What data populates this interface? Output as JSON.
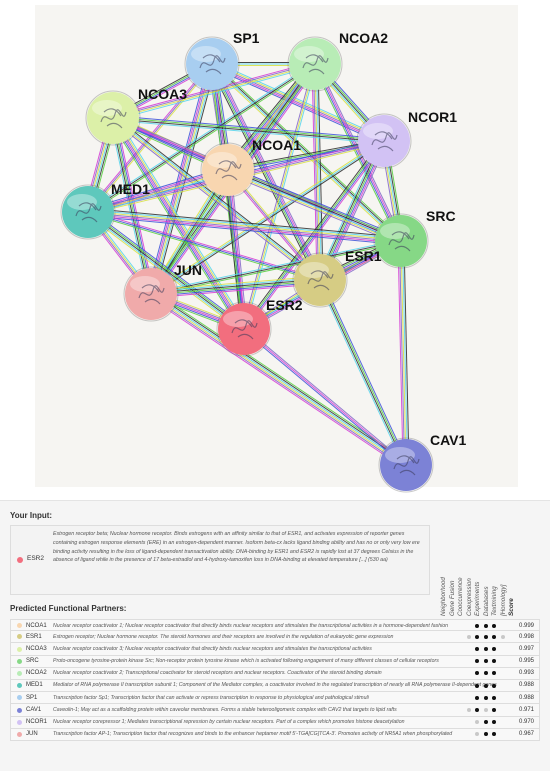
{
  "network": {
    "nodes": [
      {
        "id": "SP1",
        "label": "SP1",
        "color": "#a8cef0"
      },
      {
        "id": "NCOA2",
        "label": "NCOA2",
        "color": "#b8ecb6"
      },
      {
        "id": "NCOA3",
        "label": "NCOA3",
        "color": "#dcf0a8"
      },
      {
        "id": "NCOR1",
        "label": "NCOR1",
        "color": "#d2c2f4"
      },
      {
        "id": "NCOA1",
        "label": "NCOA1",
        "color": "#f8d6b0"
      },
      {
        "id": "MED1",
        "label": "MED1",
        "color": "#5ec8bc"
      },
      {
        "id": "SRC",
        "label": "SRC",
        "color": "#86d886"
      },
      {
        "id": "ESR1",
        "label": "ESR1",
        "color": "#d6cc84"
      },
      {
        "id": "JUN",
        "label": "JUN",
        "color": "#f0aaaa"
      },
      {
        "id": "ESR2",
        "label": "ESR2",
        "color": "#f26e7e"
      },
      {
        "id": "CAV1",
        "label": "CAV1",
        "color": "#7c82d6"
      }
    ],
    "edge_colors": [
      "#2a2a2a",
      "#d436d4",
      "#52d4ec",
      "#3b4fd8",
      "#d8e040",
      "#54cc3c",
      "#8064c8"
    ]
  },
  "input": {
    "heading": "Your Input:",
    "name": "ESR2",
    "color": "#f26e7e",
    "description": "Estrogen receptor beta; Nuclear hormone receptor. Binds estrogens with an affinity similar to that of ESR1, and activates expression of reporter genes containing estrogen response elements (ERE) in an estrogen-dependent manner. Isoform beta-cx lacks ligand binding ability and has no or only very low ere binding activity resulting in the loss of ligand-dependent transactivation ability. DNA-binding by ESR1 and ESR2 is rapidly lost at 37 degrees Celsius in the absence of ligand while in the presence of 17 beta-estradiol and 4-hydroxy-tamoxifen loss in DNA-binding at elevated temperature [...] (530 aa)"
  },
  "partners": {
    "heading": "Predicted Functional Partners:",
    "evidence_headers": [
      "Neighborhood",
      "Gene Fusion",
      "Cooccurrence",
      "Coexpression",
      "Experiments",
      "Databases",
      "Textmining",
      "[Homology]"
    ],
    "score_header": "Score",
    "rows": [
      {
        "name": "NCOA1",
        "color": "#f8d6b0",
        "description": "Nuclear receptor coactivator 1; Nuclear receptor coactivator that directly binds nuclear receptors and stimulates the transcriptional activities in a hormone-dependent fashion",
        "evidence": [
          0,
          0,
          0,
          0,
          1,
          1,
          1,
          0
        ],
        "score": "0.999"
      },
      {
        "name": "ESR1",
        "color": "#d6cc84",
        "description": "Estrogen receptor; Nuclear hormone receptor. The steroid hormones and their receptors are involved in the regulation of eukaryotic gene expression",
        "evidence": [
          0,
          0,
          0,
          0.3,
          1,
          1,
          1,
          0.3
        ],
        "score": "0.998"
      },
      {
        "name": "NCOA3",
        "color": "#dcf0a8",
        "description": "Nuclear receptor coactivator 3; Nuclear receptor coactivator that directly binds nuclear receptors and stimulates the transcriptional activities",
        "evidence": [
          0,
          0,
          0,
          0,
          1,
          1,
          1,
          0
        ],
        "score": "0.997"
      },
      {
        "name": "SRC",
        "color": "#86d886",
        "description": "Proto-oncogene tyrosine-protein kinase Src; Non-receptor protein tyrosine kinase which is activated following engagement of many different classes of cellular receptors",
        "evidence": [
          0,
          0,
          0,
          0,
          1,
          1,
          1,
          0
        ],
        "score": "0.995"
      },
      {
        "name": "NCOA2",
        "color": "#b8ecb6",
        "description": "Nuclear receptor coactivator 2; Transcriptional coactivator for steroid receptors and nuclear receptors. Coactivator of the steroid binding domain",
        "evidence": [
          0,
          0,
          0,
          0,
          1,
          1,
          1,
          0
        ],
        "score": "0.993"
      },
      {
        "name": "MED1",
        "color": "#5ec8bc",
        "description": "Mediator of RNA polymerase II transcription subunit 1; Component of the Mediator complex, a coactivator involved in the regulated transcription of nearly all RNA polymerase II-dependent genes",
        "evidence": [
          0,
          0,
          0,
          0,
          1,
          1,
          1,
          0
        ],
        "score": "0.988"
      },
      {
        "name": "SP1",
        "color": "#a8cef0",
        "description": "Transcription factor Sp1; Transcription factor that can activate or repress transcription in response to physiological and pathological stimuli",
        "evidence": [
          0,
          0,
          0,
          0,
          1,
          1,
          1,
          0
        ],
        "score": "0.988"
      },
      {
        "name": "CAV1",
        "color": "#7c82d6",
        "description": "Caveolin-1; May act as a scaffolding protein within caveolar membranes. Forms a stable heterooligomeric complex with CAV2 that targets to lipid rafts",
        "evidence": [
          0,
          0,
          0,
          0.4,
          1,
          0.4,
          1,
          0
        ],
        "score": "0.971"
      },
      {
        "name": "NCOR1",
        "color": "#d2c2f4",
        "description": "Nuclear receptor corepressor 1; Mediates transcriptional repression by certain nuclear receptors. Part of a complex which promotes histone deacetylation",
        "evidence": [
          0,
          0,
          0,
          0,
          0.4,
          1,
          1,
          0
        ],
        "score": "0.970"
      },
      {
        "name": "JUN",
        "color": "#f0aaaa",
        "description": "Transcription factor AP-1; Transcription factor that recognizes and binds to the enhancer heptamer motif 5'-TGA[CG]TCA-3'. Promotes activity of NR5A1 when phosphorylated",
        "evidence": [
          0,
          0,
          0,
          0,
          0.4,
          1,
          1,
          0
        ],
        "score": "0.967"
      }
    ]
  }
}
